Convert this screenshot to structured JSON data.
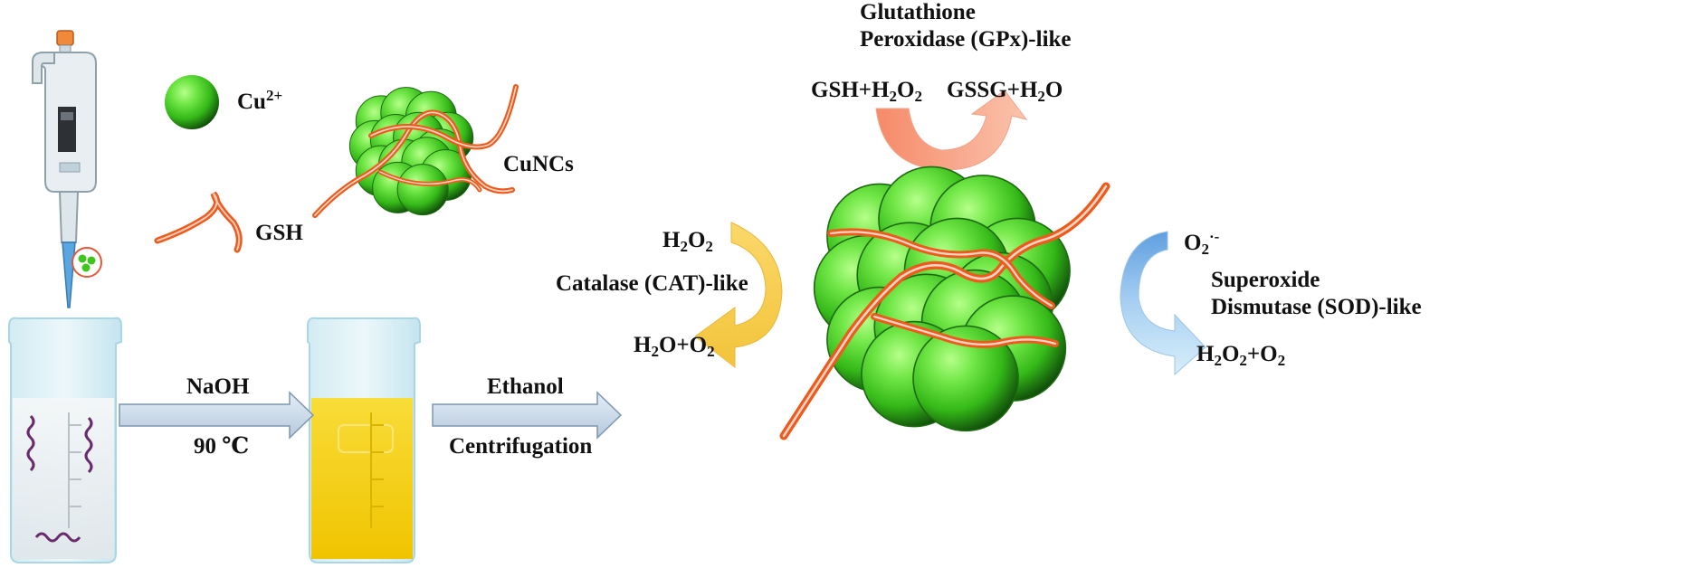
{
  "colors": {
    "sphere_light": "#7fee55",
    "sphere_mid": "#3ec61c",
    "sphere_dark": "#0b3d08",
    "ligand": "#ee5a1c",
    "arrow_gpx": "#f6a78b",
    "arrow_cat": "#f7cd52",
    "arrow_sod_top": "#7fb5e8",
    "arrow_sod_bottom": "#cde8f8",
    "process_arrow": "#c8d8ea",
    "solution_yellow": "#f5d21a",
    "beaker_rim": "#9fd2e0"
  },
  "icons": {
    "pipette": "pipette-icon",
    "beaker_1": "beaker-icon",
    "beaker_2": "beaker-icon",
    "cu_ion": "sphere-icon",
    "gsh": "ligand-strand-icon",
    "cluster": "nanocluster-icon"
  },
  "labels": {
    "cu_base": "Cu",
    "cu_charge": "2+",
    "gsh": "GSH",
    "cuncs": "CuNCs",
    "naoh": "NaOH",
    "temp": "90 ℃",
    "ethanol": "Ethanol",
    "centrifugation": "Centrifugation",
    "gpx_line1": "Glutathione",
    "gpx_line2": "Peroxidase (GPx)-like",
    "gpx_reactant_a": "GSH+H",
    "gpx_reactant_sub": "2",
    "gpx_reactant_b": "O",
    "gpx_reactant_sub2": "2",
    "gpx_product_a": "GSSG+H",
    "gpx_product_sub": "2",
    "gpx_product_b": "O",
    "cat_reactant_a": "H",
    "cat_reactant_sub": "2",
    "cat_reactant_b": "O",
    "cat_reactant_sub2": "2",
    "cat_name": "Catalase (CAT)-like",
    "cat_product_a": "H",
    "cat_product_sub": "2",
    "cat_product_b": "O+O",
    "cat_product_sub2": "2",
    "sod_reactant_a": "O",
    "sod_reactant_sub": "2",
    "sod_reactant_sup": "·-",
    "sod_line1": "Superoxide",
    "sod_line2": "Dismutase (SOD)-like",
    "sod_product_a": "H",
    "sod_product_sub": "2",
    "sod_product_b": "O",
    "sod_product_sub2": "2",
    "sod_product_c": "+O",
    "sod_product_sub3": "2"
  }
}
